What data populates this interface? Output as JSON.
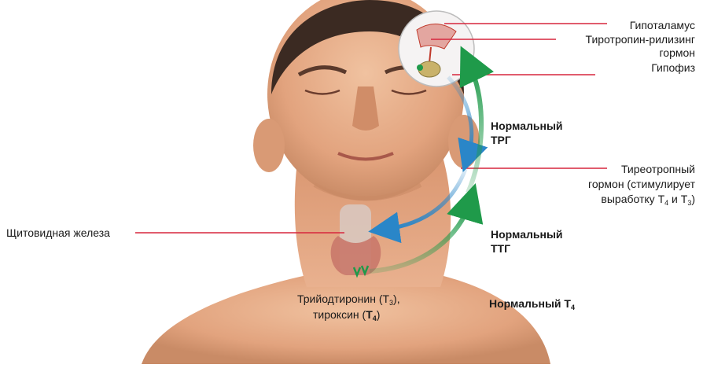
{
  "labels": {
    "hypothalamus": "Гипоталамус",
    "trh_line1": "Тиротропин-рилизинг",
    "trh_line2": "гормон",
    "pituitary": "Гипофиз",
    "normal_trh_line1": "Нормальный",
    "normal_trh_line2": "ТРГ",
    "tsh_line1": "Тиреотропный",
    "tsh_line2": "гормон (стимулирует",
    "tsh_line3_a": "выработку Т",
    "tsh_line3_sub1": "4",
    "tsh_line3_b": " и Т",
    "tsh_line3_sub2": "3",
    "tsh_line3_c": ")",
    "normal_tsh_line1": "Нормальный",
    "normal_tsh_line2": "ТТГ",
    "thyroid": "Щитовидная железа",
    "t3_a": "Трийодтиронин (Т",
    "t3_sub": "3",
    "t3_c": "),",
    "t4_a": "тироксин (",
    "t4_b": "Т",
    "t4_sub": "4",
    "t4_c": ")",
    "normal_t4": "Нормальный Т",
    "normal_t4_sub": "4"
  },
  "colors": {
    "pointer_line": "#d7263d",
    "arrow_blue": "#2a86c8",
    "arrow_green": "#1f9a4a",
    "skin": "#e8b08c",
    "skin_shadow": "#c98b66",
    "hair": "#3b2a22"
  }
}
